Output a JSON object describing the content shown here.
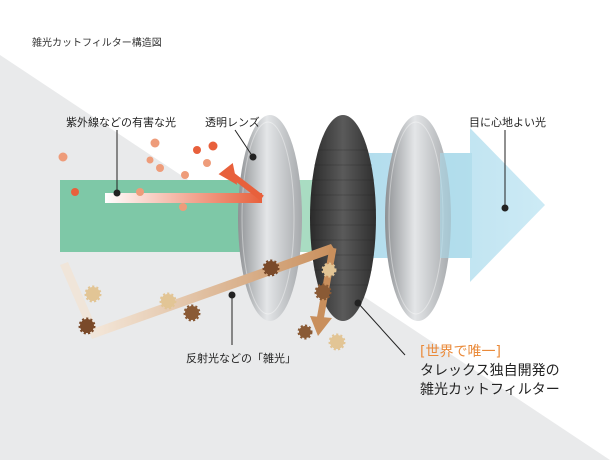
{
  "title": "雑光カットフィルター構造図",
  "labels": {
    "uv_light": "紫外線などの有害な光",
    "clear_lens": "透明レンズ",
    "comfortable_light": "目に心地よい光",
    "stray_light": "反射光などの「雑光」",
    "unique_tag": "[世界で唯一]",
    "filter_line1": "タレックス独自開発の",
    "filter_line2": "雑光カットフィルター"
  },
  "colors": {
    "background_gray": "#e9eaeb",
    "green_band": "#7ec8a7",
    "blue_beam": "#a8d8ea",
    "harmful_arrow": "#e8603c",
    "stray_arrow": "#d79a63",
    "filter_dark": "#3a3a3a",
    "lens_gray": "#bfc2c5",
    "accent_orange": "#ea8a3a"
  }
}
